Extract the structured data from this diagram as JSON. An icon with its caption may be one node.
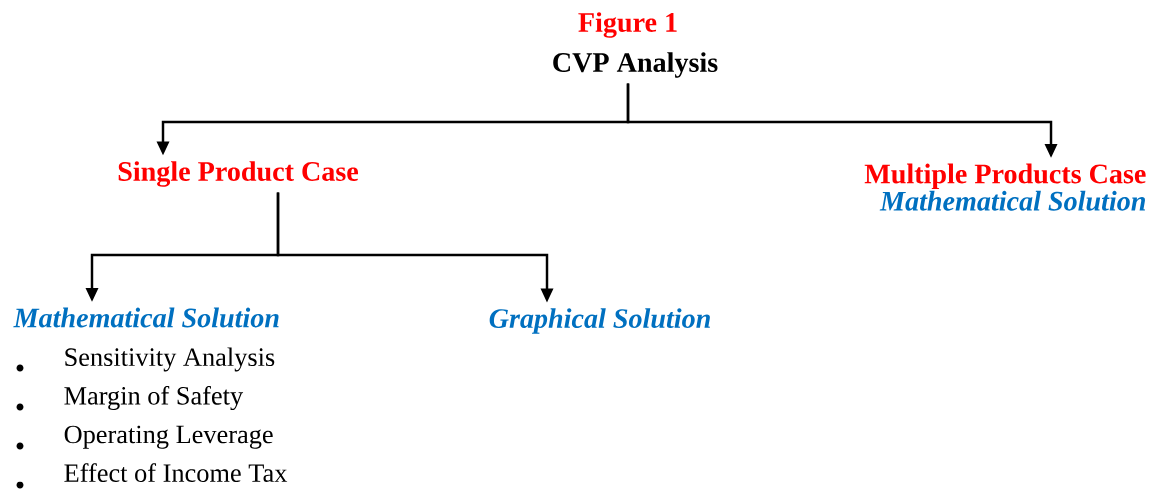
{
  "diagram": {
    "title": "Figure 1",
    "nodes": [
      {
        "text": [
          "CVP Analysis"
        ]
      },
      {
        "text": [
          "Single Product Case"
        ]
      },
      {
        "text": [
          "Multiple Products Case",
          "Mathematical Solution"
        ]
      },
      {
        "text": [
          "Mathematical Solution",
          "Sensitivity Analysis",
          "Margin of Safety",
          "Operating Leverage",
          "Effect of Income Tax"
        ]
      },
      {
        "text": [
          "Graphical Solution"
        ]
      }
    ],
    "edges": [
      {
        "from": 0,
        "to": 1,
        "arrow": "to"
      },
      {
        "from": 0,
        "to": 2,
        "arrow": "to"
      },
      {
        "from": 1,
        "to": 3,
        "arrow": "to"
      },
      {
        "from": 1,
        "to": 4,
        "arrow": "to"
      }
    ]
  }
}
